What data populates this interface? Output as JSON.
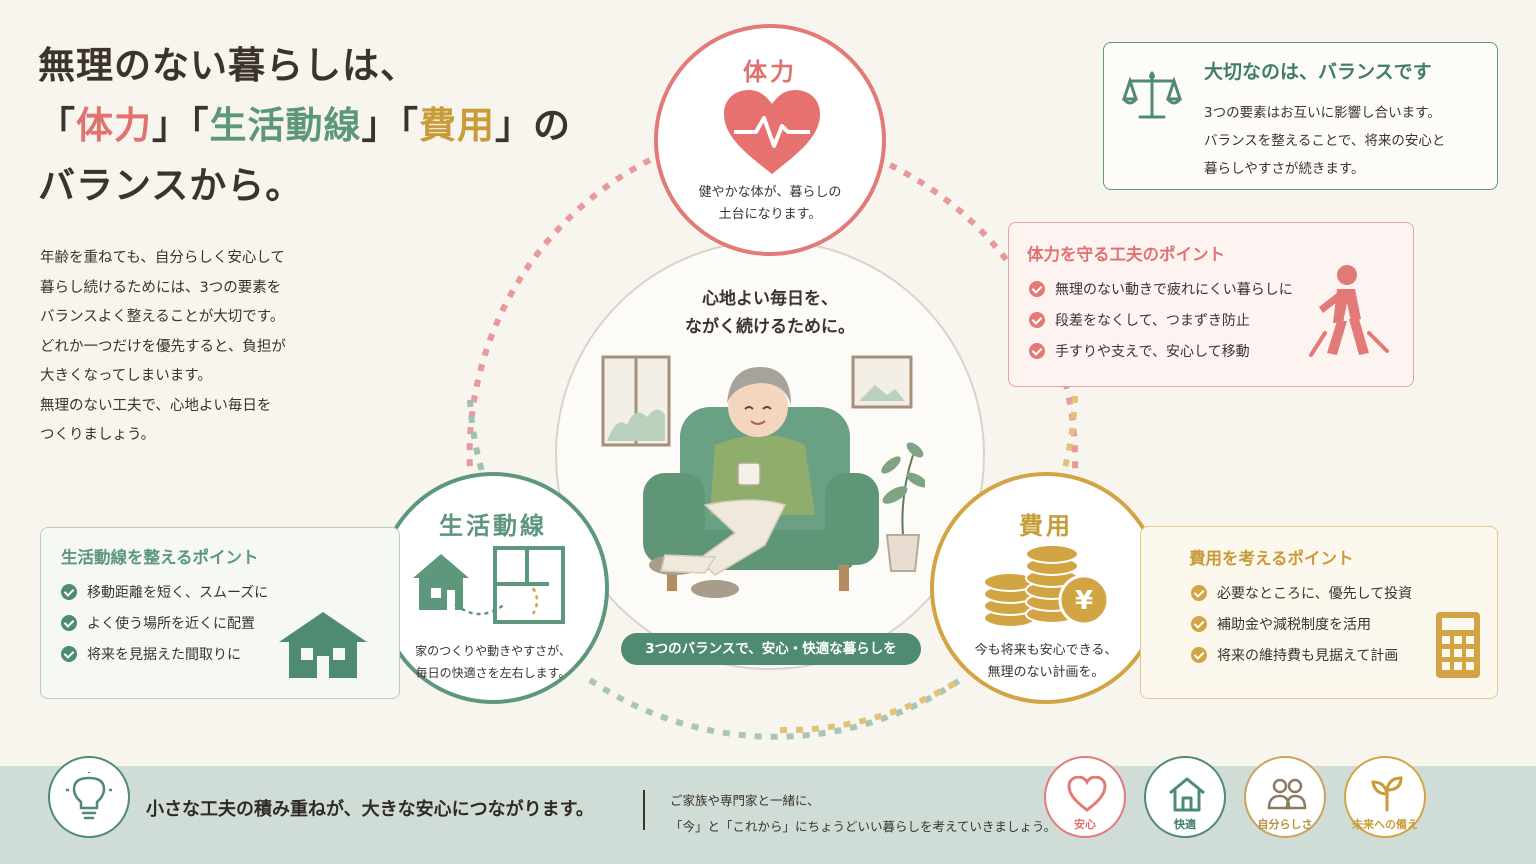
{
  "headline": {
    "line1": "無理のない暮らしは、",
    "q1_open": "「",
    "term_physical": "体力",
    "q1_close": "」",
    "q2_open": "「",
    "term_living": "生活動線",
    "q2_close": "」",
    "q3_open": "「",
    "term_cost": "費用",
    "q3_close": "」",
    "line2_suffix": "の",
    "line3": "バランスから。"
  },
  "intro": [
    "年齢を重ねても、自分らしく安心して",
    "暮らし続けるためには、3つの要素を",
    "バランスよく整えることが大切です。",
    "どれか一つだけを優先すると、負担が",
    "大きくなってしまいます。",
    "無理のない工夫で、心地よい毎日を",
    "つくりましょう。"
  ],
  "center": {
    "title_line1": "心地よい毎日を、",
    "title_line2": "ながく続けるために。",
    "badge": "3つのバランスで、安心・快適な暮らしを"
  },
  "nodes": {
    "physical": {
      "title": "体力",
      "desc1": "健やかな体が、暮らしの",
      "desc2": "土台になります。"
    },
    "living": {
      "title": "生活動線",
      "desc1": "家のつくりや動きやすさが、",
      "desc2": "毎日の快適さを左右します。"
    },
    "cost": {
      "title": "費用",
      "desc1": "今も将来も安心できる、",
      "desc2": "無理のない計画を。"
    }
  },
  "balance": {
    "title": "大切なのは、バランスです",
    "body1": "3つの要素はお互いに影響し合います。",
    "body2": "バランスを整えることで、将来の安心と",
    "body3": "暮らしやすさが続きます。"
  },
  "physical_points": {
    "title": "体力を守る工夫のポイント",
    "items": [
      "無理のない動きで疲れにくい暮らしに",
      "段差をなくして、つまずき防止",
      "手すりや支えで、安心して移動"
    ]
  },
  "living_points": {
    "title": "生活動線を整えるポイント",
    "items": [
      "移動距離を短く、スムーズに",
      "よく使う場所を近くに配置",
      "将来を見据えた間取りに"
    ]
  },
  "cost_points": {
    "title": "費用を考えるポイント",
    "items": [
      "必要なところに、優先して投資",
      "補助金や減税制度を活用",
      "将来の維持費も見据えて計画"
    ]
  },
  "footer": {
    "main": "小さな工夫の積み重ねが、大きな安心につながります。",
    "sub1": "ご家族や専門家と一緒に、",
    "sub2": "「今」と「これから」にちょうどいい暮らしを考えていきましょう。",
    "icons": [
      {
        "label": "安心",
        "icon": "heart-icon",
        "color": "#e27a78"
      },
      {
        "label": "快適",
        "icon": "house-icon",
        "color": "#4f8b70"
      },
      {
        "label": "自分らしさ",
        "icon": "people-icon",
        "color": "#b99044"
      },
      {
        "label": "未来への備え",
        "icon": "sprout-icon",
        "color": "#c89c38"
      }
    ]
  },
  "colors": {
    "physical": "#e27a78",
    "living": "#5d987d",
    "cost": "#d2a443",
    "accent": "#4f8b70",
    "background": "#f8f4ee"
  }
}
